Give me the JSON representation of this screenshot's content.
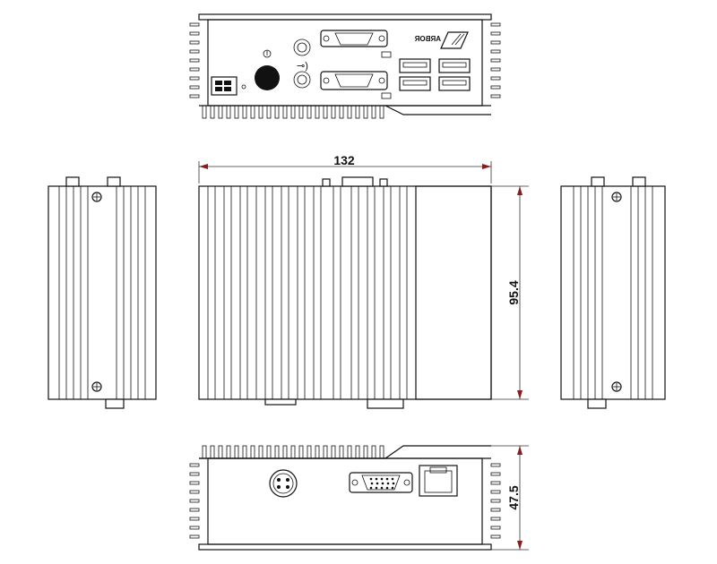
{
  "brand": {
    "logo_text": "ARBOR"
  },
  "dimensions": {
    "width": "132",
    "height": "95.4",
    "depth": "47.5"
  },
  "views": [
    "front",
    "left",
    "top",
    "right",
    "rear"
  ]
}
